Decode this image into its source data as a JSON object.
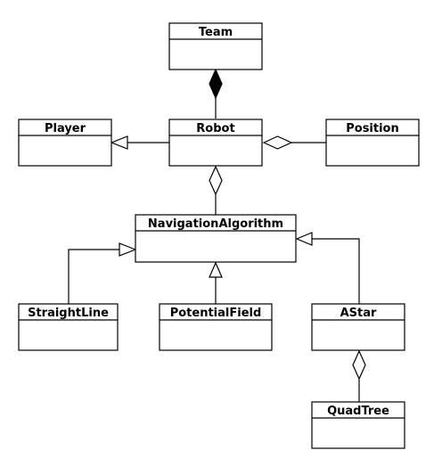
{
  "classes": {
    "team": "Team",
    "player": "Player",
    "robot": "Robot",
    "position": "Position",
    "navigation_algorithm": "NavigationAlgorithm",
    "straight_line": "StraightLine",
    "potential_field": "PotentialField",
    "astar": "AStar",
    "quad_tree": "QuadTree"
  },
  "relationships": [
    {
      "from": "Robot",
      "to": "Team",
      "kind": "composition"
    },
    {
      "from": "Robot",
      "to": "Player",
      "kind": "generalization"
    },
    {
      "from": "Position",
      "to": "Robot",
      "kind": "aggregation"
    },
    {
      "from": "NavigationAlgorithm",
      "to": "Robot",
      "kind": "aggregation"
    },
    {
      "from": "StraightLine",
      "to": "NavigationAlgorithm",
      "kind": "generalization"
    },
    {
      "from": "PotentialField",
      "to": "NavigationAlgorithm",
      "kind": "generalization"
    },
    {
      "from": "AStar",
      "to": "NavigationAlgorithm",
      "kind": "generalization"
    },
    {
      "from": "QuadTree",
      "to": "AStar",
      "kind": "aggregation"
    }
  ],
  "colors": {
    "stroke": "#000000",
    "background": "#ffffff"
  }
}
